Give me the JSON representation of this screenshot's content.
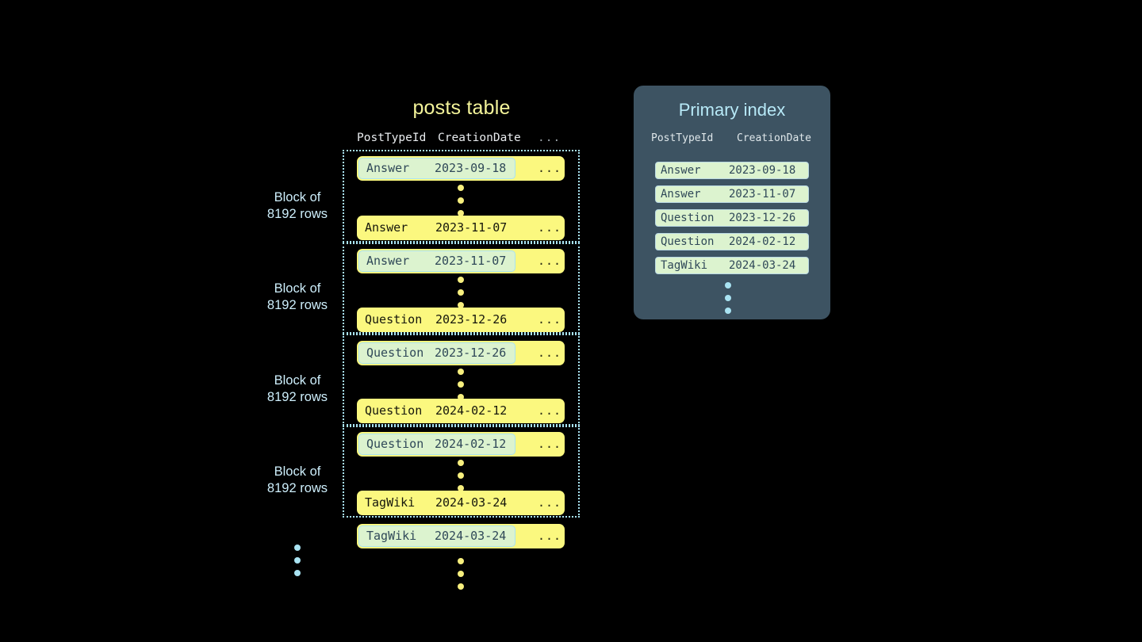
{
  "posts_table": {
    "title": "posts table",
    "columns": [
      "PostTypeId",
      "CreationDate",
      "..."
    ],
    "blocks": [
      {
        "label_line1": "Block of",
        "label_line2": "8192 rows",
        "rows": [
          {
            "post_type_id": "Answer",
            "creation_date": "2023-09-18",
            "more": "...",
            "highlighted": true
          },
          {
            "post_type_id": "Answer",
            "creation_date": "2023-11-07",
            "more": "...",
            "highlighted": false
          }
        ]
      },
      {
        "label_line1": "Block of",
        "label_line2": "8192 rows",
        "rows": [
          {
            "post_type_id": "Answer",
            "creation_date": "2023-11-07",
            "more": "...",
            "highlighted": true
          },
          {
            "post_type_id": "Question",
            "creation_date": "2023-12-26",
            "more": "...",
            "highlighted": false
          }
        ]
      },
      {
        "label_line1": "Block of",
        "label_line2": "8192 rows",
        "rows": [
          {
            "post_type_id": "Question",
            "creation_date": "2023-12-26",
            "more": "...",
            "highlighted": true
          },
          {
            "post_type_id": "Question",
            "creation_date": "2024-02-12",
            "more": "...",
            "highlighted": false
          }
        ]
      },
      {
        "label_line1": "Block of",
        "label_line2": "8192 rows",
        "rows": [
          {
            "post_type_id": "Question",
            "creation_date": "2024-02-12",
            "more": "...",
            "highlighted": true
          },
          {
            "post_type_id": "TagWiki",
            "creation_date": "2024-03-24",
            "more": "...",
            "highlighted": false
          }
        ]
      }
    ],
    "trailing_row": {
      "post_type_id": "TagWiki",
      "creation_date": "2024-03-24",
      "more": "...",
      "highlighted": true
    }
  },
  "index_panel": {
    "title": "Primary index",
    "columns": [
      "PostTypeId",
      "CreationDate"
    ],
    "rows": [
      {
        "post_type_id": "Answer",
        "creation_date": "2023-09-18"
      },
      {
        "post_type_id": "Answer",
        "creation_date": "2023-11-07"
      },
      {
        "post_type_id": "Question",
        "creation_date": "2023-12-26"
      },
      {
        "post_type_id": "Question",
        "creation_date": "2024-02-12"
      },
      {
        "post_type_id": "TagWiki",
        "creation_date": "2024-03-24"
      }
    ]
  },
  "colors": {
    "background": "#000000",
    "row_yellow": "#fbf87f",
    "highlight_mint": "#dcf3cf",
    "accent_blue": "#a9e3f2",
    "panel_slate": "#3d5362",
    "title_yellow": "#f4f49a",
    "index_title_blue": "#b7e9f7",
    "dark_text": "#2f4858"
  }
}
